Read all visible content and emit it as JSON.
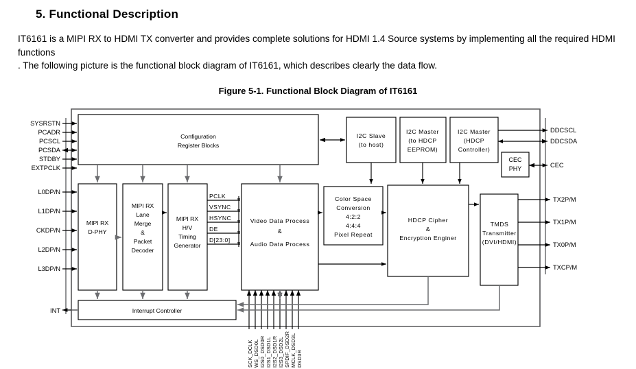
{
  "document": {
    "section_heading": "5. Functional Description",
    "intro_line1": "IT6161 is a MIPI RX to HDMI TX converter and provides complete solutions for HDMI 1.4 Source systems by implementing all the required HDMI functions",
    "intro_line2": ". The following picture is the functional block diagram of IT6161, which describes clearly the data flow.",
    "figure_caption": "Figure 5-1. Functional Block Diagram of IT6161"
  },
  "diagram": {
    "blocks": {
      "config_registers": {
        "line1": "Configuration",
        "line2": "Register Blocks"
      },
      "i2c_slave": {
        "line1": "I2C Slave",
        "line2": "(to host)"
      },
      "i2c_master_eeprom": {
        "line1": "I2C Master",
        "line2": "(to HDCP",
        "line3": "EEPROM)"
      },
      "i2c_master_hdcp": {
        "line1": "I2C Master",
        "line2": "(HDCP",
        "line3": "Controller)"
      },
      "cec_phy": {
        "line1": "CEC",
        "line2": "PHY"
      },
      "mipi_rx_dphy": {
        "line1": "MIPI RX",
        "line2": "D-PHY"
      },
      "lane_merge": {
        "line1": "MIPI RX",
        "line2": "Lane",
        "line3": "Merge",
        "line4": "&",
        "line5": "Packet",
        "line6": "Decoder"
      },
      "hv_timing": {
        "line1": "MIPI RX",
        "line2": "H/V",
        "line3": "Timing",
        "line4": "Generator"
      },
      "data_process": {
        "line1": "Video Data Process",
        "line2": "&",
        "line3": "Audio Data Process"
      },
      "color_space": {
        "line1": "Color Space",
        "line2": "Conversion",
        "line3": "4:2:2",
        "line4": "4:4:4",
        "line5": "Pixel Repeat"
      },
      "hdcp_cipher": {
        "line1": "HDCP Cipher",
        "line2": "&",
        "line3": "Encryption Enginer"
      },
      "tmds_tx": {
        "line1": "TMDS",
        "line2": "Transmitter",
        "line3": "(DVI/HDMI)"
      },
      "interrupt_controller": {
        "label": "Interrupt Controller"
      }
    },
    "left_pins_top": [
      "SYSRSTN",
      "PCADR",
      "PCSCL",
      "PCSDA",
      "STDBY",
      "EXTPCLK"
    ],
    "left_pins_mipi": [
      "L0DP/N",
      "L1DP/N",
      "CKDP/N",
      "L2DP/N",
      "L3DP/N"
    ],
    "left_pin_int": "INT",
    "internal_signals": [
      "PCLK",
      "VSYNC",
      "HSYNC",
      "DE",
      "D[23:0]"
    ],
    "right_pins_top": [
      "DDCSCL",
      "DDCSDA",
      "CEC"
    ],
    "right_pins_tmds": [
      "TX2P/M",
      "TX1P/M",
      "TX0P/M",
      "TXCP/M"
    ],
    "bottom_audio_pins": [
      "SCK_DCLK",
      "WS_DSD0L",
      "I2S0_DSD0R",
      "I2S1_DSD1L",
      "I2S2_DSD1R",
      "I2S3_DSD2L",
      "SPDIF_DSD2R",
      "MCLK_DSD3L",
      "DSD3R"
    ]
  },
  "colors": {
    "ink": "#000000",
    "chip_border": "#58585a",
    "flow_line": "#6d6e71",
    "page": "#ffffff"
  }
}
